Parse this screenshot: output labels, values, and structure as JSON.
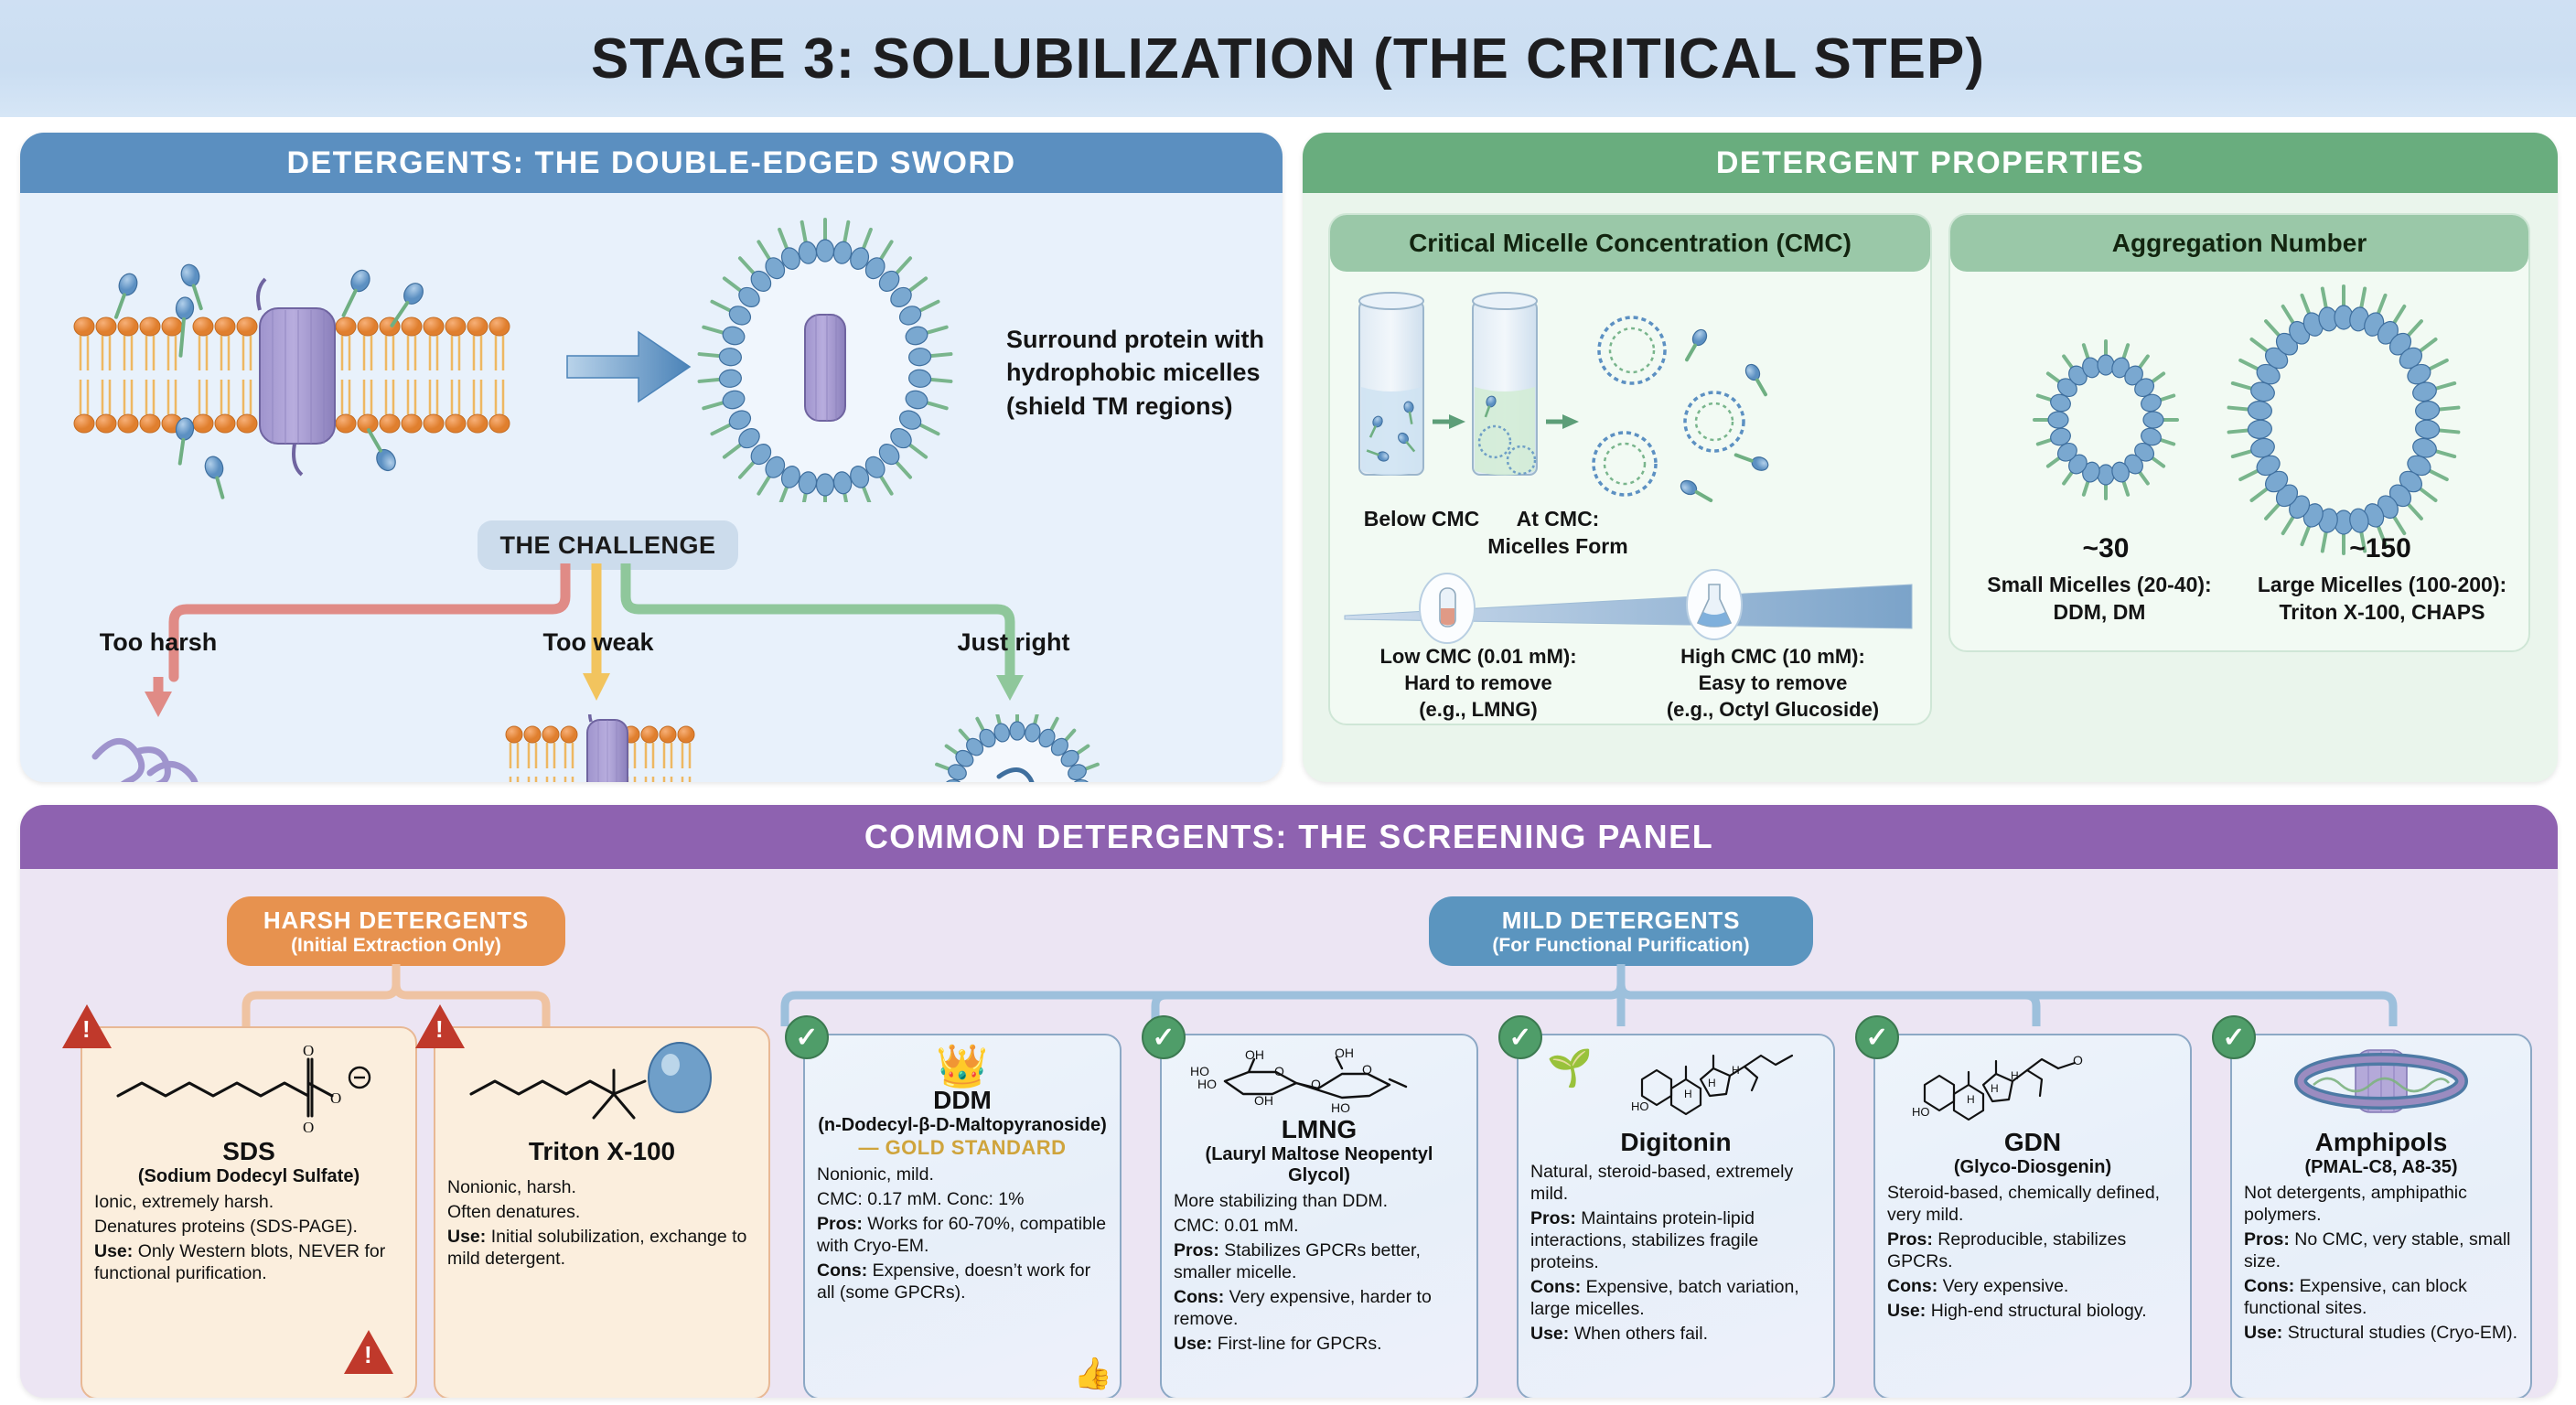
{
  "title": "STAGE 3: SOLUBILIZATION (THE CRITICAL STEP)",
  "colors": {
    "title_band": "#cfe0f3",
    "detergents_header": "#5b8fc0",
    "properties_header": "#69ad7e",
    "common_header": "#8e62b0",
    "harsh_pill": "#e7924f",
    "mild_pill": "#5b95bf",
    "gold_standard": "#cfa43c",
    "warn_red": "#c0392b",
    "check_green": "#4f9d69"
  },
  "panel_detergents": {
    "header": "DETERGENTS: THE DOUBLE-EDGED SWORD",
    "caption": "Surround protein with hydrophobic micelles (shield TM regions)",
    "caption_lines": [
      "Surround protein with",
      "hydrophobic micelles",
      "(shield TM regions)"
    ],
    "challenge_label": "THE CHALLENGE",
    "branches": [
      {
        "label": "Too harsh",
        "outcome": "denatured-protein",
        "badge": "x",
        "badge_glyph": "✕",
        "arrow_color": "#e08b86"
      },
      {
        "label": "Too weak",
        "outcome": "intact-membrane",
        "badge": "none",
        "badge_glyph": "",
        "arrow_color": "#f2c45e"
      },
      {
        "label": "Just right",
        "outcome": "protein-in-micelle",
        "badge": "check",
        "badge_glyph": "✓",
        "arrow_color": "#8fc79b"
      }
    ]
  },
  "panel_properties": {
    "header": "DETERGENT PROPERTIES",
    "cmc": {
      "title": "Critical Micelle Concentration (CMC)",
      "stage_labels": [
        "Below CMC",
        "At CMC:\nMicelles Form"
      ],
      "stage_below": "Below CMC",
      "stage_at_line1": "At CMC:",
      "stage_at_line2": "Micelles Form",
      "low": {
        "line1": "Low CMC (0.01 mM):",
        "line2": "Hard to remove",
        "line3": "(e.g., LMNG)",
        "icon": "test-tube-icon"
      },
      "high": {
        "line1": "High CMC (10 mM):",
        "line2": "Easy to remove",
        "line3": "(e.g., Octyl Glucoside)",
        "icon": "flask-icon"
      }
    },
    "aggregation": {
      "title": "Aggregation Number",
      "small": {
        "number": "~30",
        "line1": "Small Micelles (20-40):",
        "line2": "DDM, DM"
      },
      "large": {
        "number": "~150",
        "line1": "Large Micelles (100-200):",
        "line2": "Triton X-100, CHAPS"
      }
    }
  },
  "panel_common": {
    "header": "COMMON DETERGENTS: THE SCREENING PANEL",
    "groups": [
      {
        "id": "harsh",
        "title": "HARSH DETERGENTS",
        "subtitle": "(Initial Extraction Only)"
      },
      {
        "id": "mild",
        "title": "MILD DETERGENTS",
        "subtitle": "(For Functional Purification)"
      }
    ],
    "harsh_cards": [
      {
        "name": "SDS",
        "subtitle": "(Sodium Dodecyl Sulfate)",
        "gold": "",
        "icon": "sds-structure-icon",
        "badge": "warning",
        "lines": [
          {
            "label": "",
            "text": "Ionic, extremely harsh."
          },
          {
            "label": "",
            "text": "Denatures proteins (SDS-PAGE)."
          },
          {
            "label": "Use:",
            "text": " Only Western blots, NEVER for functional purification."
          }
        ]
      },
      {
        "name": "Triton X-100",
        "subtitle": "",
        "gold": "",
        "icon": "triton-structure-icon",
        "badge": "warning",
        "lines": [
          {
            "label": "",
            "text": "Nonionic, harsh."
          },
          {
            "label": "",
            "text": "Often denatures."
          },
          {
            "label": "Use:",
            "text": " Initial solubilization, exchange to mild detergent."
          }
        ]
      }
    ],
    "mild_cards": [
      {
        "name": "DDM",
        "subtitle": "(n-Dodecyl-β-D-Maltopyranoside)",
        "gold": "— GOLD STANDARD",
        "icon": "crown-icon",
        "badge": "check",
        "lines": [
          {
            "label": "",
            "text": "Nonionic, mild."
          },
          {
            "label": "",
            "text": "CMC: 0.17 mM. Conc: 1%"
          },
          {
            "label": "Pros:",
            "text": " Works for 60-70%, compatible with Cryo-EM."
          },
          {
            "label": "Cons:",
            "text": " Expensive, doesn’t work for all (some GPCRs)."
          }
        ],
        "extra_icon": "thumbs-up-icon"
      },
      {
        "name": "LMNG",
        "subtitle": "(Lauryl Maltose Neopentyl Glycol)",
        "gold": "",
        "icon": "lmng-sugar-structure-icon",
        "badge": "check",
        "lines": [
          {
            "label": "",
            "text": "More stabilizing than DDM."
          },
          {
            "label": "",
            "text": "CMC: 0.01 mM."
          },
          {
            "label": "Pros:",
            "text": " Stabilizes GPCRs better, smaller micelle."
          },
          {
            "label": "Cons:",
            "text": " Very expensive, harder to remove."
          },
          {
            "label": "Use:",
            "text": " First-line for GPCRs."
          }
        ]
      },
      {
        "name": "Digitonin",
        "subtitle": "",
        "gold": "",
        "icon": "plant-steroid-structure-icon",
        "badge": "check",
        "lines": [
          {
            "label": "",
            "text": "Natural, steroid-based, extremely mild."
          },
          {
            "label": "Pros:",
            "text": " Maintains protein-lipid interactions, stabilizes fragile proteins."
          },
          {
            "label": "Cons:",
            "text": " Expensive, batch variation, large micelles."
          },
          {
            "label": "Use:",
            "text": " When others fail."
          }
        ]
      },
      {
        "name": "GDN",
        "subtitle": "(Glyco-Diosgenin)",
        "gold": "",
        "icon": "steroid-structure-icon",
        "badge": "check",
        "lines": [
          {
            "label": "",
            "text": "Steroid-based, chemically defined, very mild."
          },
          {
            "label": "Pros:",
            "text": " Reproducible, stabilizes GPCRs."
          },
          {
            "label": "Cons:",
            "text": " Very expensive."
          },
          {
            "label": "Use:",
            "text": " High-end structural biology."
          }
        ]
      },
      {
        "name": "Amphipols",
        "subtitle": "(PMAL-C8, A8-35)",
        "gold": "",
        "icon": "amphipol-belt-icon",
        "badge": "check",
        "lines": [
          {
            "label": "",
            "text": "Not detergents, amphipathic polymers."
          },
          {
            "label": "Pros:",
            "text": " No CMC, very stable, small size."
          },
          {
            "label": "Cons:",
            "text": " Expensive, can block functional sites."
          },
          {
            "label": "Use:",
            "text": " Structural studies (Cryo-EM)."
          }
        ]
      }
    ]
  }
}
